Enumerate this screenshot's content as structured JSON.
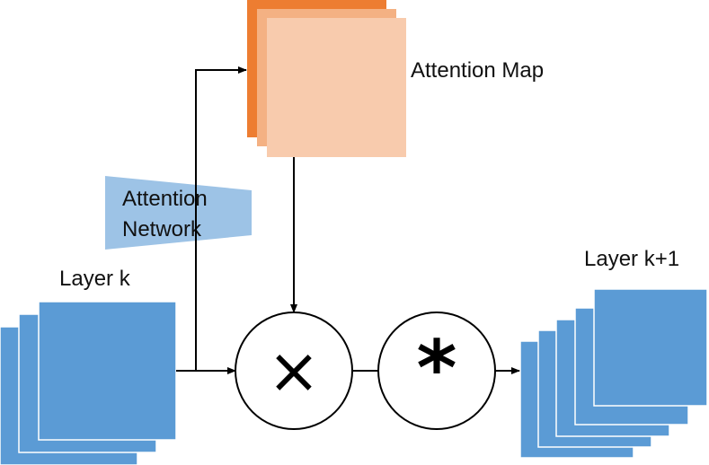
{
  "labels": {
    "attention_map": "Attention Map",
    "attention_network_line1": "Attention",
    "attention_network_line2": "Network",
    "layer_k": "Layer k",
    "layer_k_plus_1": "Layer k+1"
  },
  "operators": {
    "multiply": "×",
    "convolve": "*"
  },
  "colors": {
    "layer_blue": "#5b9bd5",
    "attention_network_blue": "#9dc3e6",
    "attention_map_dark": "#ed7d31",
    "attention_map_mid": "#f4b183",
    "attention_map_light": "#f8cbad",
    "line": "#000000"
  }
}
